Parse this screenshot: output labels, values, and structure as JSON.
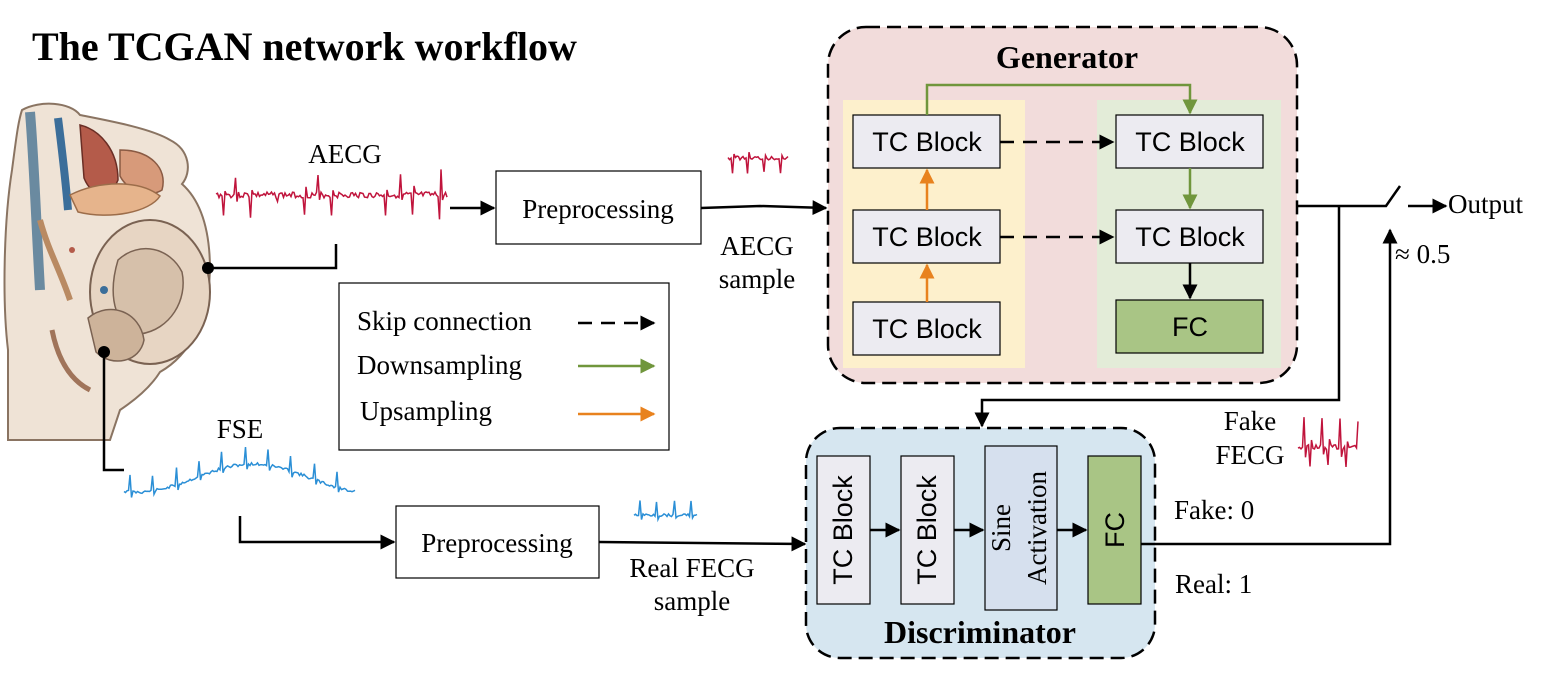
{
  "title": "The TCGAN network workflow",
  "signals": {
    "aecg": "AECG",
    "fse": "FSE",
    "aecg_sample_line1": "AECG",
    "aecg_sample_line2": "sample",
    "real_fecg_line1": "Real FECG",
    "real_fecg_line2": "sample",
    "fake_fecg_line1": "Fake",
    "fake_fecg_line2": "FECG"
  },
  "preprocessing": {
    "top": "Preprocessing",
    "bottom": "Preprocessing"
  },
  "legend": {
    "skip": "Skip connection",
    "down": "Downsampling",
    "up": "Upsampling"
  },
  "generator": {
    "title": "Generator",
    "enc1": "TC Block",
    "enc2": "TC Block",
    "enc3": "TC Block",
    "dec1": "TC Block",
    "dec2": "TC Block",
    "fc": "FC"
  },
  "discriminator": {
    "title": "Discriminator",
    "b1": "TC Block",
    "b2": "TC Block",
    "b3_line1": "Sine",
    "b3_line2": "Activation",
    "fc": "FC"
  },
  "output": {
    "label": "Output",
    "approx": "≈ 0.5",
    "fake": "Fake: 0",
    "real": "Real: 1"
  },
  "colors": {
    "aecg_wave": "#c0143c",
    "fse_wave": "#2b8fd6",
    "downsampling": "#70963c",
    "upsampling": "#e8821e",
    "generator_bg": "#f2dcdb",
    "encoder_bg": "#fdf0cc",
    "decoder_bg": "#e3ecd8",
    "discriminator_bg": "#d6e6f0",
    "tc_block_fill": "#ecebf1",
    "fc_fill": "#a9c585",
    "sine_fill": "#d6e0ee"
  }
}
